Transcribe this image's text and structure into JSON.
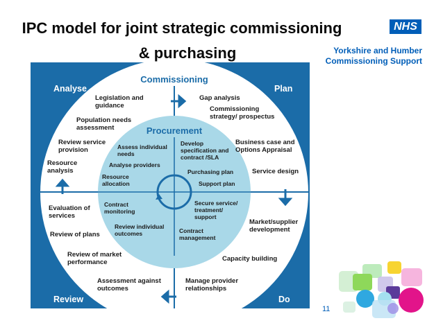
{
  "slide": {
    "title_line1": "IPC model for joint strategic commissioning",
    "title_line2": "& purchasing",
    "logo_text": "NHS",
    "org_line1": "Yorkshire and Humber",
    "org_line2": "Commissioning Support",
    "page_number": "11"
  },
  "colors": {
    "blue": "#1b6ca8",
    "ring": "#ffffff",
    "inner": "#a9d8e8",
    "text": "#1a1a1a",
    "nhs_blue": "#005eb8"
  },
  "diagram": {
    "outer_label": "Commissioning",
    "inner_label": "Procurement",
    "quadrants": {
      "analyse": "Analyse",
      "plan": "Plan",
      "do": "Do",
      "review": "Review"
    },
    "ring_items": [
      [
        "Legislation and",
        "guidance"
      ],
      [
        "Population needs",
        "assessment"
      ],
      [
        "Review service",
        "provision"
      ],
      [
        "Resource",
        "analysis"
      ],
      [
        "Gap analysis"
      ],
      [
        "Commissioning",
        "strategy/ prospectus"
      ],
      [
        "Business case and",
        "Options Appraisal"
      ],
      [
        "Service design"
      ],
      [
        "Market/supplier",
        "development"
      ],
      [
        "Capacity building"
      ],
      [
        "Manage provider",
        "relationships"
      ],
      [
        "Assessment against",
        "outcomes"
      ],
      [
        "Review of market",
        "performance"
      ],
      [
        "Review of plans"
      ],
      [
        "Evaluation of",
        "services"
      ]
    ],
    "inner_items": [
      [
        "Assess individual",
        "needs"
      ],
      [
        "Analyse providers"
      ],
      [
        "Resource",
        "allocation"
      ],
      [
        "Develop",
        "specification and",
        "contract /SLA"
      ],
      [
        "Purchasing plan"
      ],
      [
        "Support plan"
      ],
      [
        "Secure service/",
        "treatment/",
        "support"
      ],
      [
        "Contract",
        "management"
      ],
      [
        "Review individual",
        "outcomes"
      ],
      [
        "Contract",
        "monitoring"
      ]
    ]
  }
}
